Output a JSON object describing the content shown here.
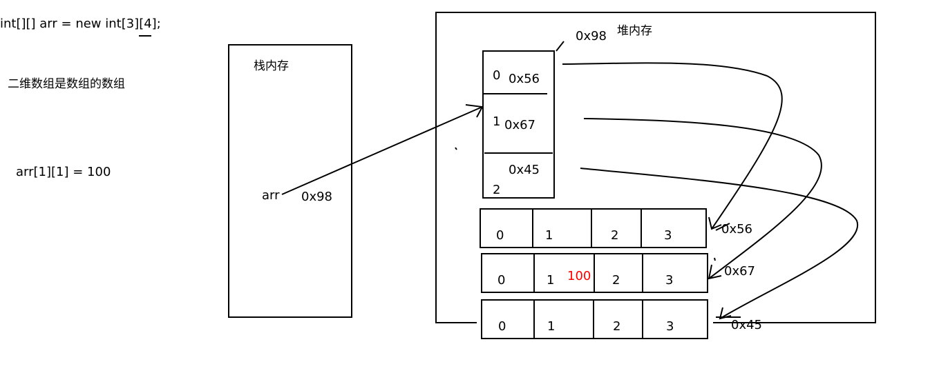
{
  "notes": {
    "code": "int[][] arr = new int[3][4];",
    "explanation": "二维数组是数组的数组",
    "assignment": "arr[1][1] = 100"
  },
  "stack": {
    "title": "栈内存",
    "var_name": "arr",
    "var_value": "0x98"
  },
  "heap": {
    "title": "堆内存",
    "outer_array": {
      "address": "0x98",
      "slots": [
        {
          "index": "0",
          "value": "0x56"
        },
        {
          "index": "1",
          "value": "0x67"
        },
        {
          "index": "2",
          "value": "0x45"
        }
      ]
    },
    "inner_arrays": [
      {
        "address": "0x56",
        "cells": [
          "0",
          "1",
          "2",
          "3"
        ],
        "stored": ""
      },
      {
        "address": "0x67",
        "cells": [
          "0",
          "1",
          "2",
          "3"
        ],
        "stored": "100"
      },
      {
        "address": "0x45",
        "cells": [
          "0",
          "1",
          "2",
          "3"
        ],
        "stored": ""
      }
    ]
  },
  "colors": {
    "ink": "#000000",
    "highlight": "#ff0000"
  }
}
